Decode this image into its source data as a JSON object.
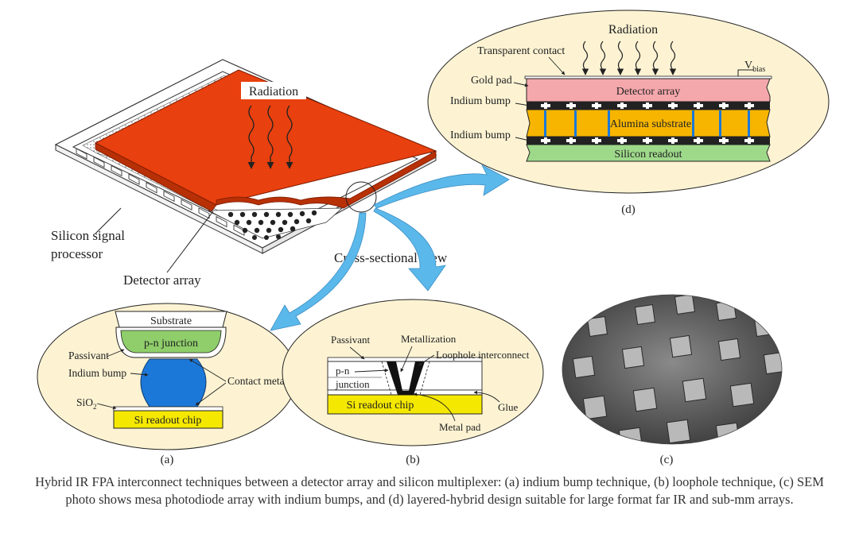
{
  "overview": {
    "radiation": "Radiation",
    "silicon_processor": [
      "Silicon signal",
      "processor"
    ],
    "detector_array": "Detector array",
    "cross_section": "Cross-sectional view"
  },
  "panel_a": {
    "substrate": "Substrate",
    "pn_junction": "p-n junction",
    "passivant": "Passivant",
    "indium_bump": "Indium bump",
    "contact_metal": "Contact metal",
    "sio2_main": "SiO",
    "sio2_sub": "2",
    "readout": "Si readout chip",
    "label": "(a)"
  },
  "panel_b": {
    "passivant": "Passivant",
    "metallization": "Metallization",
    "loophole": "Loophole interconnect",
    "pn_line1": "p-n",
    "pn_line2": "junction",
    "readout": "Si readout chip",
    "glue": "Glue",
    "metal_pad": "Metal pad",
    "label": "(b)"
  },
  "panel_c": {
    "label": "(c)"
  },
  "panel_d": {
    "radiation": "Radiation",
    "transparent_contact": "Transparent contact",
    "vbias_main": "V",
    "vbias_sub": "bias",
    "gold_pad": "Gold pad",
    "detector_array": "Detector array",
    "indium_bump_top": "Indium bump",
    "alumina": "Alumina substrate",
    "indium_bump_bottom": "Indium bump",
    "silicon_readout": "Silicon readout",
    "label": "(d)"
  },
  "caption": "Hybrid IR FPA interconnect techniques between a detector array and silicon multiplexer: (a) indium bump technique, (b) loophole technique, (c) SEM photo shows mesa photodiode array with indium bumps, and (d) layered-hybrid design suitable for large format far IR and sub-mm arrays.",
  "colors": {
    "detector": "#e8400e",
    "arrow": "#5bb8ea",
    "ellipse": "#fdf3d3",
    "yellow": "#f5e800",
    "green": "#8fce6a",
    "blue": "#1c78d8",
    "pink": "#f5a8ac",
    "orange": "#f7b500",
    "lightgreen": "#9ed98a"
  }
}
